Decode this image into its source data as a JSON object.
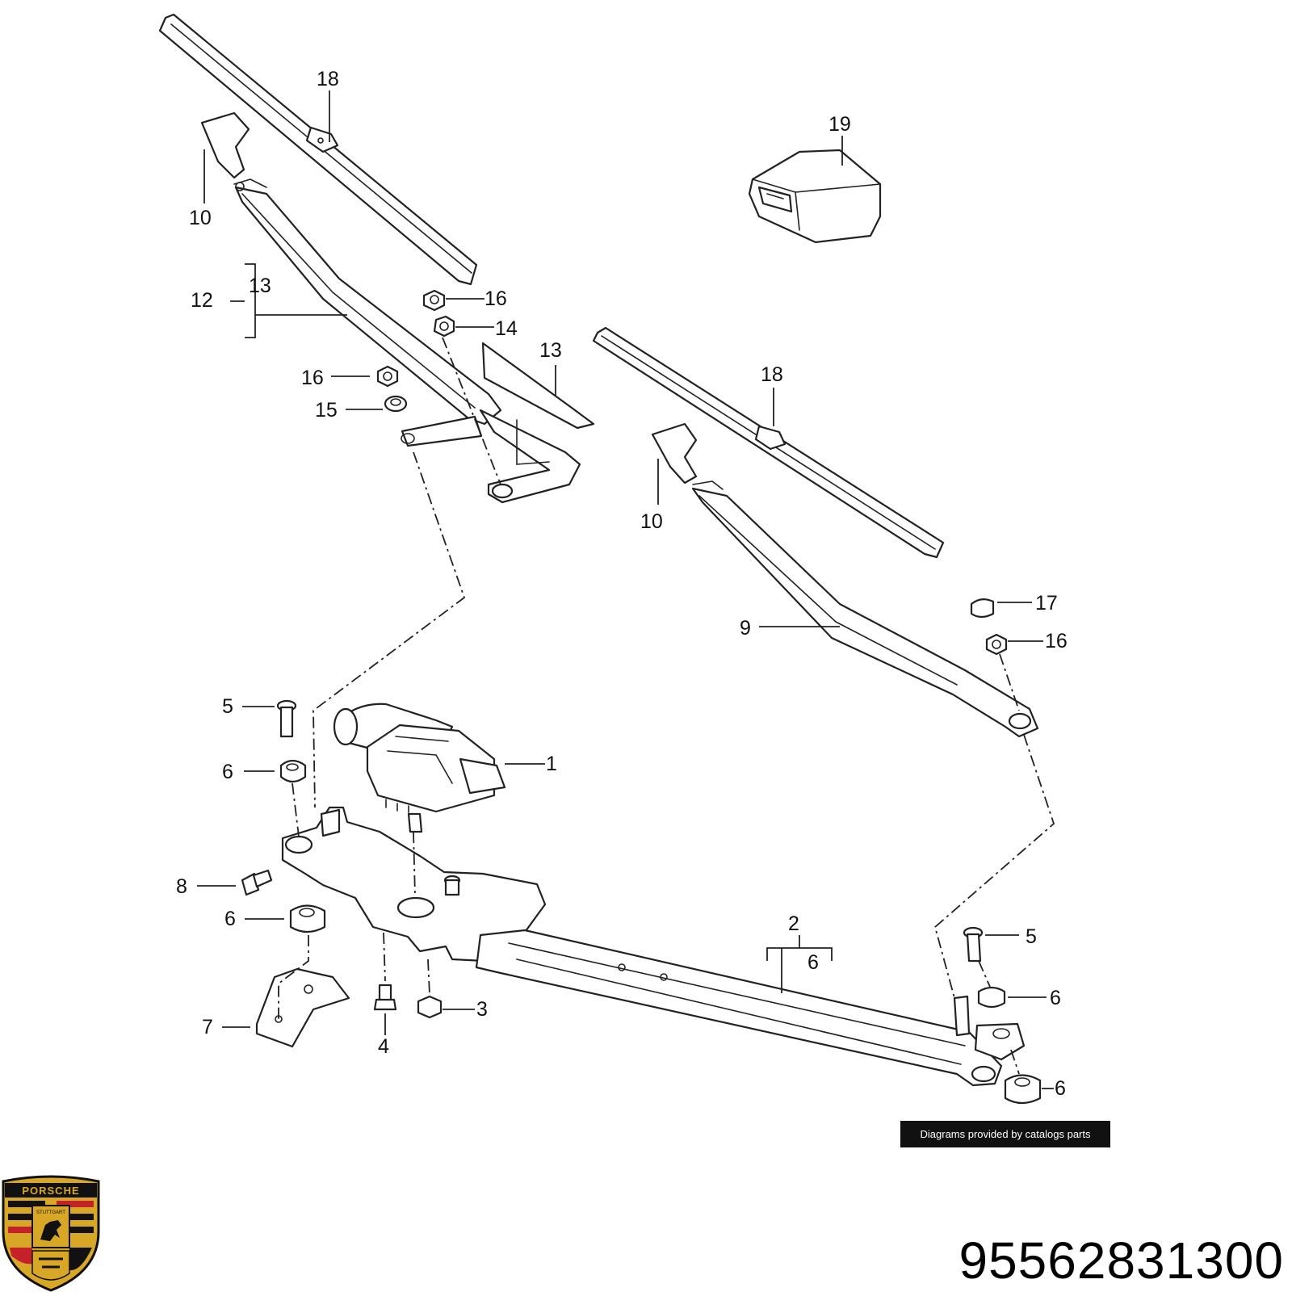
{
  "diagram": {
    "callouts": {
      "c1": "1",
      "c2": "2",
      "c3": "3",
      "c4": "4",
      "c5a": "5",
      "c5b": "5",
      "c6a": "6",
      "c6b": "6",
      "c6c": "6",
      "c6d": "6",
      "c6e": "6",
      "c7": "7",
      "c8": "8",
      "c9": "9",
      "c10a": "10",
      "c10b": "10",
      "c12": "12",
      "c13a": "13",
      "c13b": "13",
      "c14": "14",
      "c15": "15",
      "c16a": "16",
      "c16b": "16",
      "c16c": "16",
      "c17": "17",
      "c18a": "18",
      "c18b": "18",
      "c19": "19"
    }
  },
  "footer": {
    "credit": "Diagrams provided by catalogs parts",
    "part_number": "95562831300"
  },
  "logo": {
    "brand": "PORSCHE",
    "city": "STUTTGART",
    "colors": {
      "gold": "#d8a726",
      "red": "#c4212b",
      "black": "#111111"
    }
  }
}
